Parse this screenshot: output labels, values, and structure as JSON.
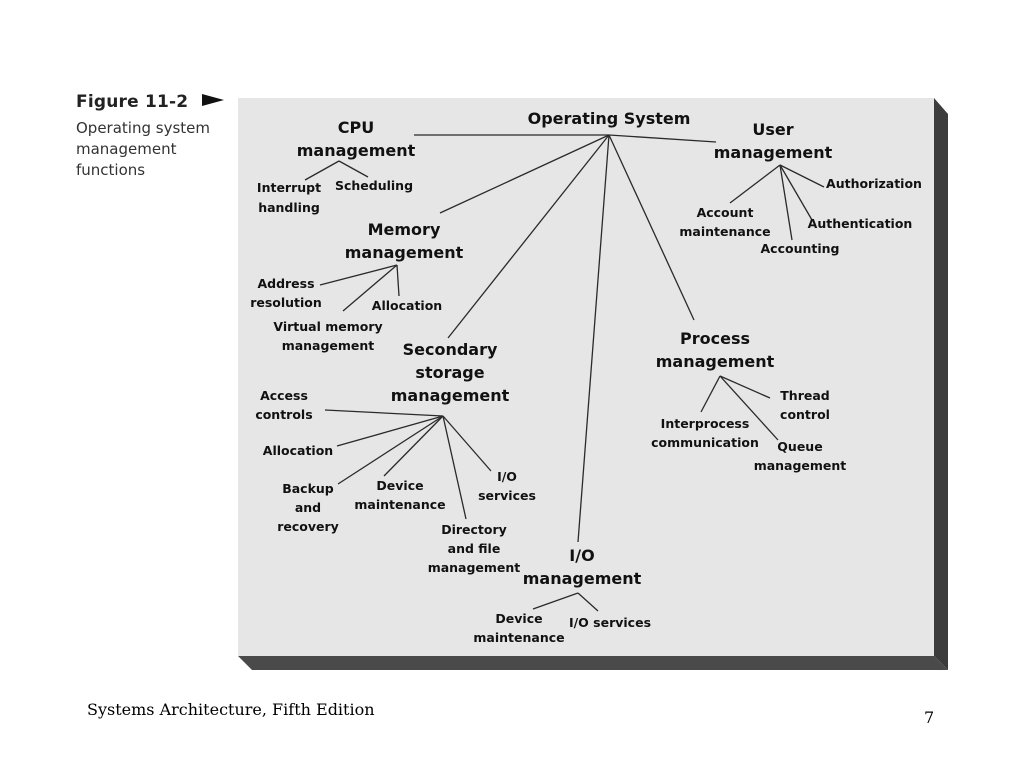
{
  "figure": {
    "number": "Figure 11-2",
    "description": "Operating system management functions"
  },
  "nodes": {
    "os": "Operating System",
    "cpu": [
      "CPU",
      "management"
    ],
    "interrupt": [
      "Interrupt",
      "handling"
    ],
    "scheduling": "Scheduling",
    "memory": [
      "Memory",
      "management"
    ],
    "address": [
      "Address",
      "resolution"
    ],
    "mem_allocation": "Allocation",
    "virtual_memory": [
      "Virtual memory",
      "management"
    ],
    "secondary": [
      "Secondary",
      "storage",
      "management"
    ],
    "access": [
      "Access",
      "controls"
    ],
    "sec_allocation": "Allocation",
    "backup": [
      "Backup",
      "and",
      "recovery"
    ],
    "sec_device": [
      "Device",
      "maintenance"
    ],
    "sec_io": [
      "I/O",
      "services"
    ],
    "directory": [
      "Directory",
      "and file",
      "management"
    ],
    "io": [
      "I/O",
      "management"
    ],
    "io_device": [
      "Device",
      "maintenance"
    ],
    "io_services": "I/O services",
    "process": [
      "Process",
      "management"
    ],
    "thread": [
      "Thread",
      "control"
    ],
    "interprocess": [
      "Interprocess",
      "communication"
    ],
    "queue": [
      "Queue",
      "management"
    ],
    "user": [
      "User",
      "management"
    ],
    "authorization": "Authorization",
    "account": [
      "Account",
      "maintenance"
    ],
    "authentication": "Authentication",
    "accounting": "Accounting"
  },
  "edges": [
    [
      "os",
      "cpu"
    ],
    [
      "os",
      "user"
    ],
    [
      "os",
      "memory"
    ],
    [
      "os",
      "secondary"
    ],
    [
      "os",
      "io"
    ],
    [
      "os",
      "process"
    ],
    [
      "cpu",
      "interrupt"
    ],
    [
      "cpu",
      "scheduling"
    ],
    [
      "memory",
      "address"
    ],
    [
      "memory",
      "mem_allocation"
    ],
    [
      "memory",
      "virtual_memory"
    ],
    [
      "secondary",
      "access"
    ],
    [
      "secondary",
      "sec_allocation"
    ],
    [
      "secondary",
      "backup"
    ],
    [
      "secondary",
      "sec_device"
    ],
    [
      "secondary",
      "sec_io"
    ],
    [
      "secondary",
      "directory"
    ],
    [
      "io",
      "io_device"
    ],
    [
      "io",
      "io_services"
    ],
    [
      "process",
      "thread"
    ],
    [
      "process",
      "interprocess"
    ],
    [
      "process",
      "queue"
    ],
    [
      "user",
      "authorization"
    ],
    [
      "user",
      "account"
    ],
    [
      "user",
      "authentication"
    ],
    [
      "user",
      "accounting"
    ]
  ],
  "footer": {
    "book": "Systems Architecture, Fifth Edition",
    "page": "7"
  }
}
